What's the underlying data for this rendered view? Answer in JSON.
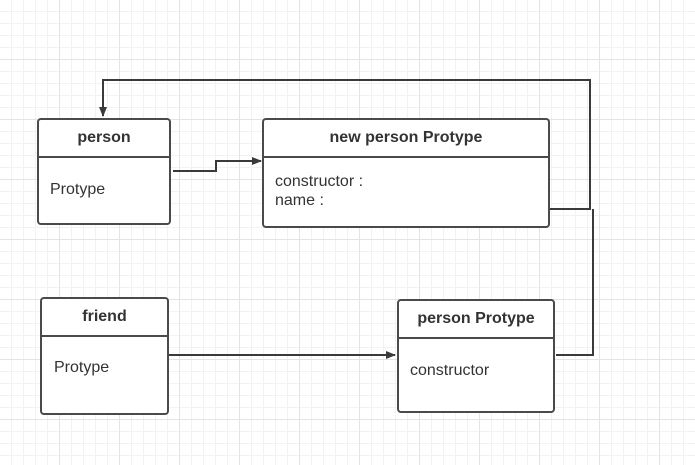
{
  "diagram": {
    "person": {
      "title": "person",
      "fields": [
        "Protype"
      ]
    },
    "new_person_prototype": {
      "title": "new person Protype",
      "fields": [
        "constructor :",
        "name :"
      ]
    },
    "friend": {
      "title": "friend",
      "fields": [
        "Protype"
      ]
    },
    "person_prototype": {
      "title": "person Protype",
      "fields": [
        "constructor"
      ]
    }
  },
  "colors": {
    "stroke": "#4a4a4a",
    "text": "#333333"
  }
}
